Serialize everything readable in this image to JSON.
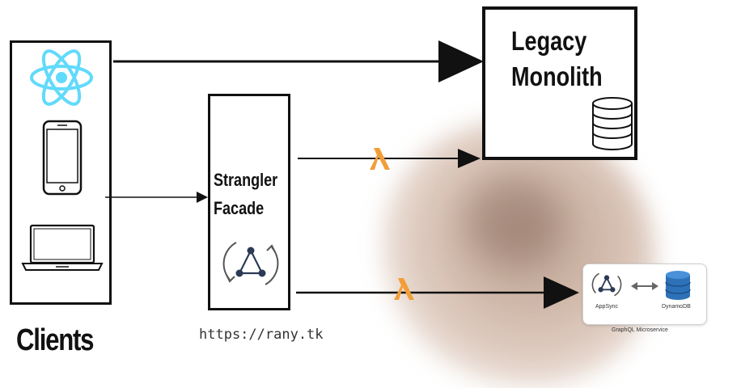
{
  "clients": {
    "label": "Clients",
    "icons": [
      "react-icon",
      "smartphone-icon",
      "laptop-icon"
    ]
  },
  "facade": {
    "label_line1": "Strangler",
    "label_line2": "Facade",
    "icon": "appsync-icon"
  },
  "monolith": {
    "label_line1": "Legacy",
    "label_line2": "Monolith",
    "icon": "database-icon"
  },
  "microservice": {
    "appsync_label": "AppSync",
    "dynamodb_label": "DynamoDB",
    "caption": "GraphQL Microservice"
  },
  "url": "https://rany.tk",
  "colors": {
    "react": "#61dafb",
    "lambda": "#f29e38",
    "dynamodb": "#2d72b8",
    "appsync": "#2b3a55",
    "stroke": "#111111"
  }
}
